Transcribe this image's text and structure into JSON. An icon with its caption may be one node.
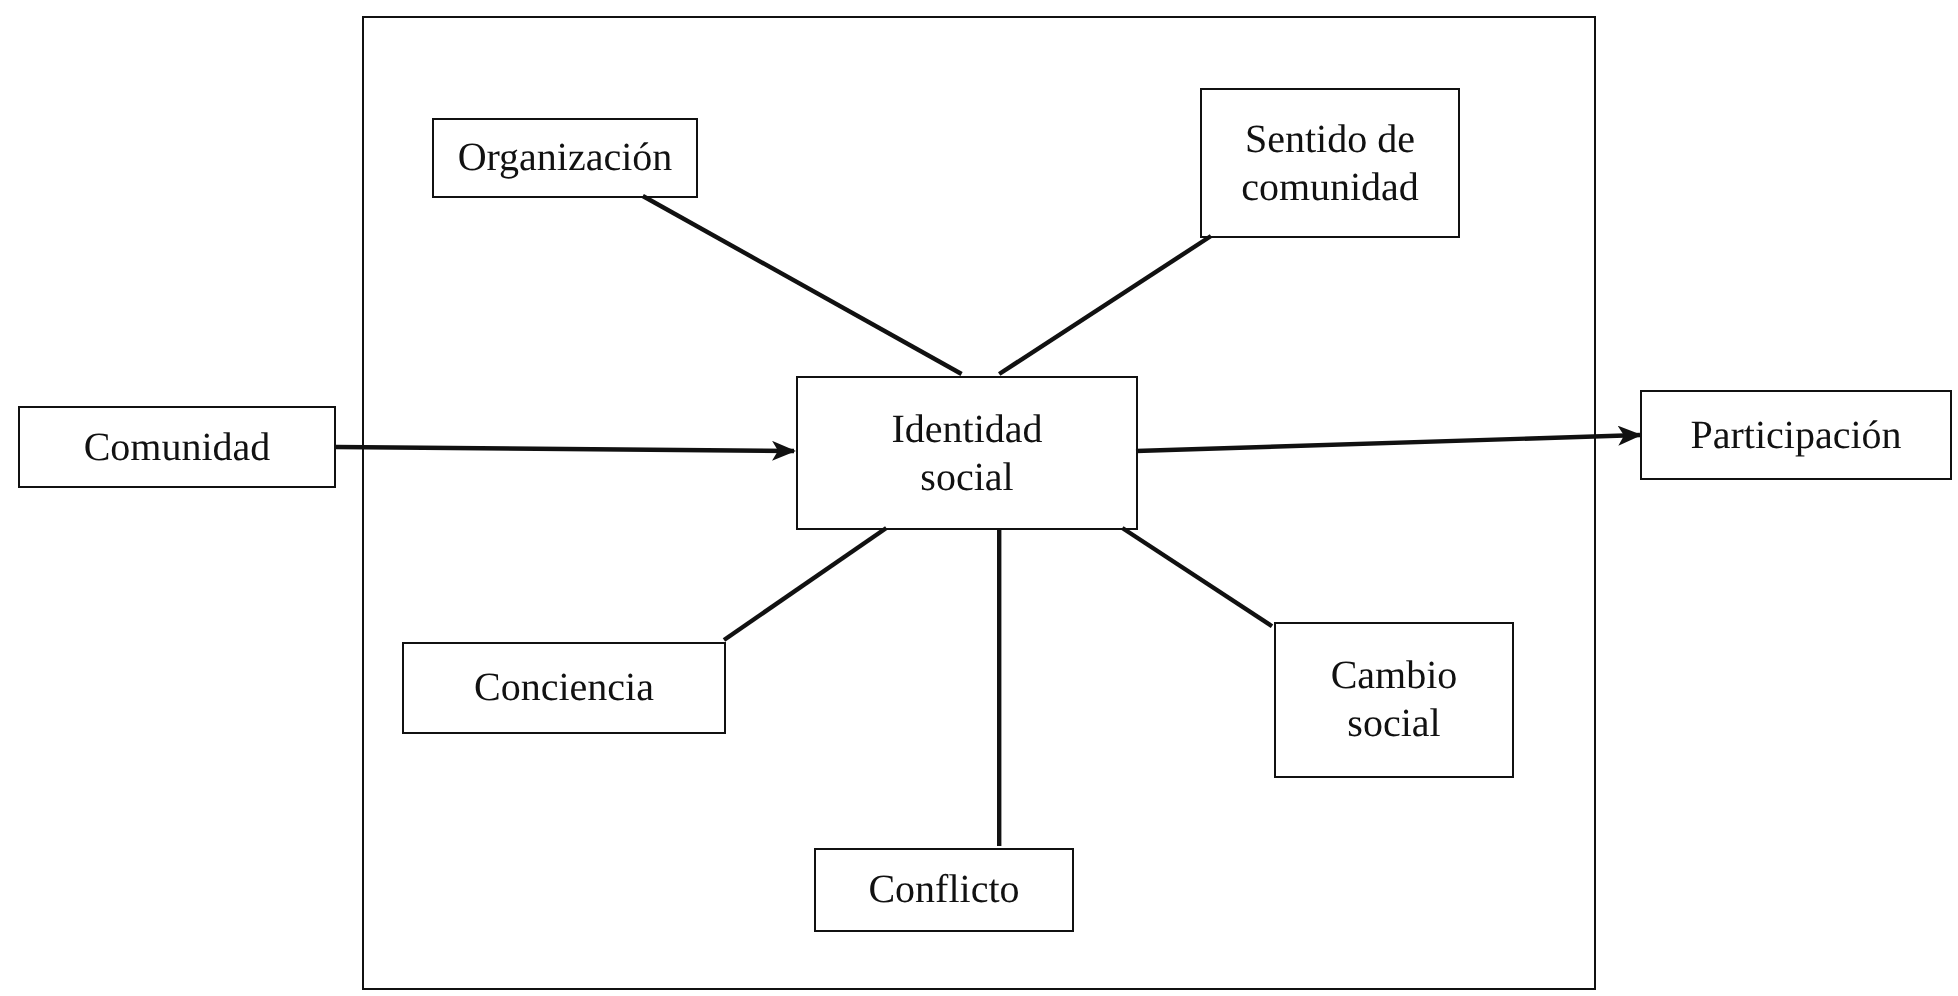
{
  "diagram": {
    "nodes": [
      {
        "text": [],
        "shape": "box"
      },
      {
        "text": [
          "Organización"
        ],
        "in": 0
      },
      {
        "text": [
          "Sentido de comunidad"
        ],
        "in": 0
      },
      {
        "text": [
          "Comunidad"
        ]
      },
      {
        "text": [
          "Identidad social"
        ],
        "in": 0
      },
      {
        "text": [
          "Participación"
        ]
      },
      {
        "text": [
          "Conciencia"
        ],
        "in": 0
      },
      {
        "text": [
          "Cambio social"
        ],
        "in": 0
      },
      {
        "text": [
          "Conflicto"
        ],
        "in": 0
      }
    ],
    "edges": [
      {
        "from": 3,
        "to": 4,
        "arrow": "to"
      },
      {
        "from": 1,
        "to": 4,
        "arrow": "none"
      },
      {
        "from": 2,
        "to": 4,
        "arrow": "none"
      },
      {
        "from": 4,
        "to": 5,
        "arrow": "to"
      },
      {
        "from": 4,
        "to": 6,
        "arrow": "none"
      },
      {
        "from": 4,
        "to": 7,
        "arrow": "none"
      },
      {
        "from": 4,
        "to": 8,
        "arrow": "none"
      }
    ]
  }
}
